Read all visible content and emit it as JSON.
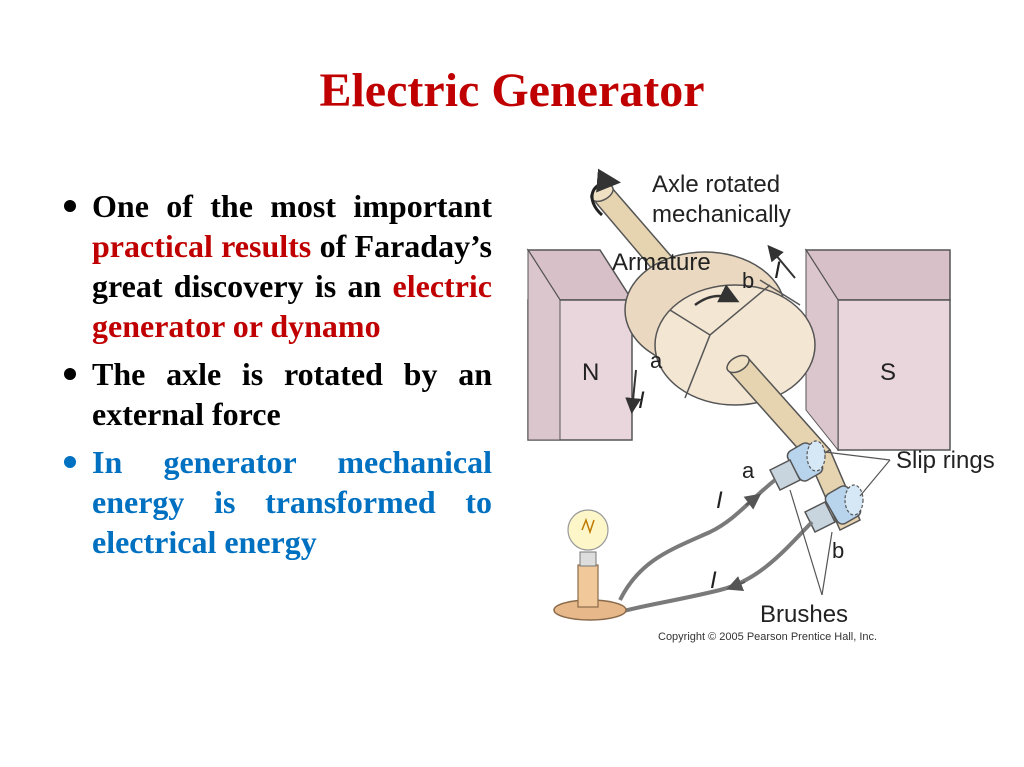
{
  "slide": {
    "title": "Electric Generator",
    "bullets": [
      {
        "color": "#000000",
        "parts": [
          {
            "text": "One of the most important ",
            "color": "#000000"
          },
          {
            "text": "practical results",
            "color": "#c00000"
          },
          {
            "text": " of Faraday’s great discovery is an ",
            "color": "#000000"
          },
          {
            "text": "electric generator or dynamo",
            "color": "#c00000"
          }
        ]
      },
      {
        "color": "#000000",
        "parts": [
          {
            "text": "The axle is rotated by an external force",
            "color": "#000000"
          }
        ]
      },
      {
        "color": "#0070c0",
        "parts": [
          {
            "text": "In generator mechanical energy is transformed to electrical energy",
            "color": "#0070c0"
          }
        ]
      }
    ]
  },
  "figure": {
    "labels": {
      "axle_line1": "Axle rotated",
      "axle_line2": "mechanically",
      "armature": "Armature",
      "b_top": "b",
      "i_top": "I",
      "north": "N",
      "south": "S",
      "a_mid": "a",
      "i_left": "I",
      "slip_rings": "Slip rings",
      "a_lower": "a",
      "i_wire_upper": "I",
      "b_lower": "b",
      "i_wire_lower": "I",
      "brushes": "Brushes",
      "copyright": "Copyright © 2005 Pearson Prentice Hall, Inc."
    },
    "colors": {
      "magnet": "#e9d6dc",
      "magnet_dark": "#d8c0c8",
      "armature": "#f3e6d3",
      "axle": "#e6d3b0",
      "ring": "#b8d4ec",
      "wire": "#7a7a7a",
      "bulb_base": "#e7b98a"
    }
  }
}
